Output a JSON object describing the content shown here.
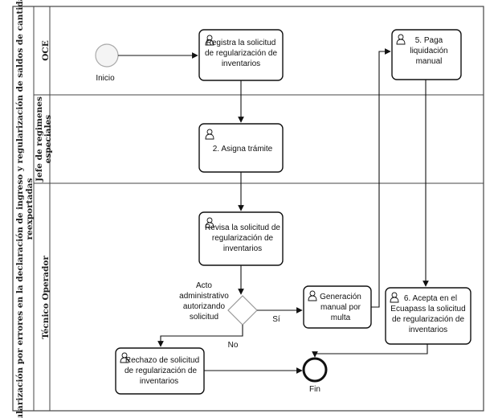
{
  "pool": {
    "title_line1": "Regularización por errores en la declaración de ingreso y regularización de saldos de cantidades",
    "title_line2": "reexportadas"
  },
  "lanes": {
    "oce": "OCE",
    "jefe_line1": "Jefe de regimenes",
    "jefe_line2": "especiales",
    "tecnico": "Técnico Operador"
  },
  "events": {
    "start": "Inicio",
    "end": "Fin"
  },
  "tasks": {
    "registra": [
      "Registra la solicitud",
      "de regularización de",
      "inventarios"
    ],
    "asigna": [
      "2.  Asigna trámite"
    ],
    "revisa": [
      "Revisa la solicitud de",
      "regularización de",
      "inventarios"
    ],
    "generacion": [
      "Generación",
      "manual por",
      "multa"
    ],
    "paga": [
      "5. Paga",
      "liquidación",
      "manual"
    ],
    "acepta": [
      "6. Acepta en el",
      "Ecuapass la solicitud",
      "de regularización de",
      "inventarios"
    ],
    "rechazo": [
      "Rechazo de solicitud",
      "de regularización de",
      "inventarios"
    ]
  },
  "gateway": {
    "question": [
      "Acto",
      "administrativo",
      "autorizando",
      "solicitud"
    ],
    "yes": "Sí",
    "no": "No"
  }
}
